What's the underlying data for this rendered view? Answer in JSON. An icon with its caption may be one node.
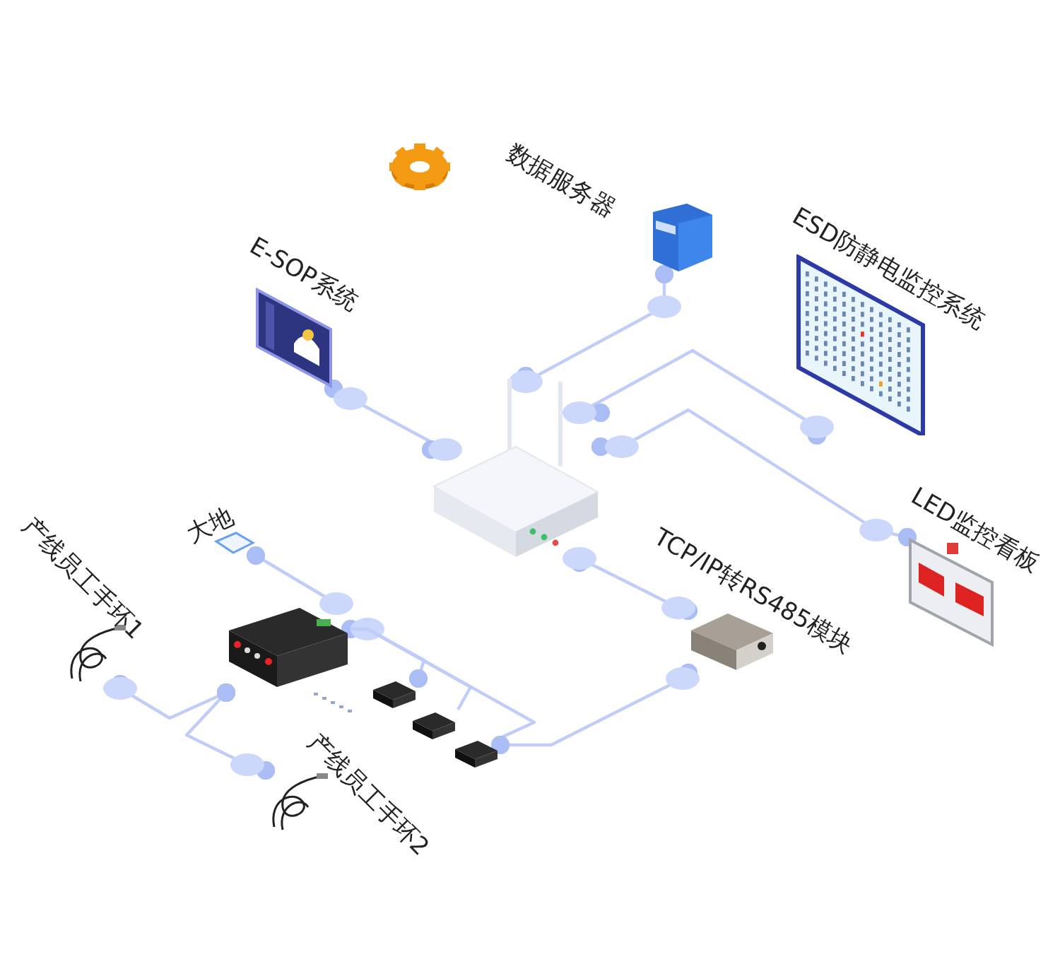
{
  "diagram": {
    "nodes": [
      {
        "text": [
          "E-SOP系统"
        ]
      },
      {
        "text": [
          "数据服务器"
        ]
      },
      {
        "text": [
          "ESD防静电监控系统"
        ]
      },
      {
        "text": [],
        "shape": "picture"
      },
      {
        "text": [
          "LED监控看板"
        ]
      },
      {
        "text": [
          "TCP/IP转RS485模块"
        ]
      },
      {
        "text": [
          "大地"
        ]
      },
      {
        "text": [],
        "shape": "picture"
      },
      {
        "text": [
          "产线员工手环1"
        ]
      },
      {
        "text": [
          "产线员工手环2"
        ]
      },
      {
        "text": [],
        "shape": "picture"
      },
      {
        "text": [],
        "shape": "picture"
      },
      {
        "text": [],
        "shape": "picture"
      }
    ],
    "edges": [
      {
        "from": 3,
        "to": 0,
        "arrow": "other"
      },
      {
        "from": 3,
        "to": 1,
        "arrow": "other"
      },
      {
        "from": 3,
        "to": 2,
        "arrow": "other"
      },
      {
        "from": 3,
        "to": 4,
        "arrow": "other"
      },
      {
        "from": 3,
        "to": 5,
        "arrow": "other"
      },
      {
        "from": 7,
        "to": 6,
        "arrow": "other"
      },
      {
        "from": 7,
        "to": 8,
        "arrow": "other"
      },
      {
        "from": 7,
        "to": 9,
        "arrow": "other"
      },
      {
        "from": 7,
        "to": 10,
        "arrow": "other"
      },
      {
        "from": 7,
        "to": 11,
        "arrow": "none"
      },
      {
        "from": 7,
        "to": 12,
        "arrow": "none"
      },
      {
        "from": 5,
        "to": 12,
        "arrow": "other"
      }
    ]
  }
}
